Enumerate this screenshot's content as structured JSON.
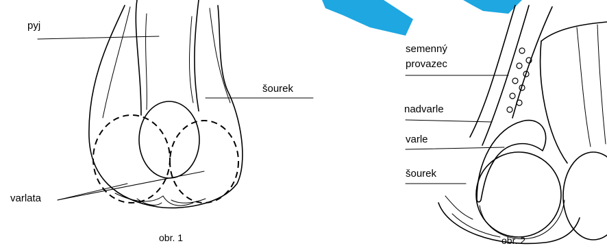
{
  "figure1": {
    "caption": "obr. 1",
    "labels": {
      "penis": "pyj",
      "scrotum": "šourek",
      "testes": "varlata"
    }
  },
  "figure2": {
    "caption": "obr. 2",
    "labels": {
      "cord_line1": "semenný",
      "cord_line2": "provazec",
      "epididymis": "nadvarle",
      "testis": "varle",
      "scrotum": "šourek"
    }
  },
  "colors": {
    "line": "#000000",
    "accent_blue": "#1ea7e1",
    "background": "#ffffff"
  }
}
